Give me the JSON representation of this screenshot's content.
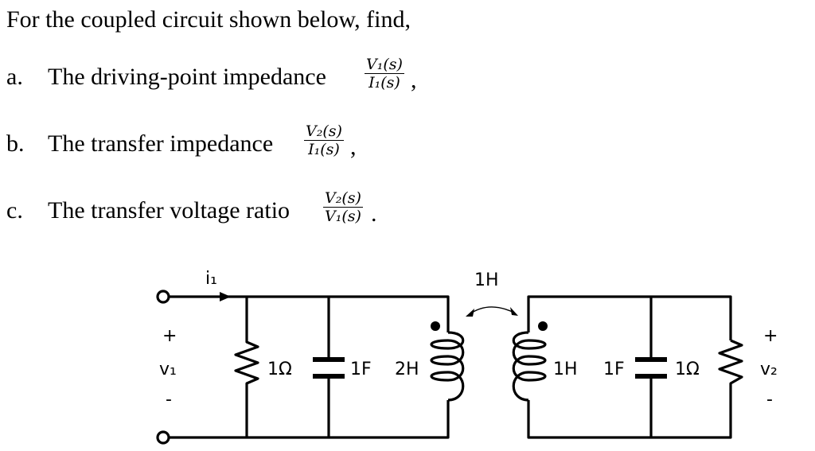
{
  "problem": {
    "intro": "For the coupled circuit shown below, find,",
    "items": [
      {
        "marker": "a.",
        "text": "The driving-point impedance",
        "num": "V₁(s)",
        "den": "I₁(s)",
        "punct": ","
      },
      {
        "marker": "b.",
        "text": "The transfer impedance",
        "num": "V₂(s)",
        "den": "I₁(s)",
        "punct": ","
      },
      {
        "marker": "c.",
        "text": "The transfer voltage ratio",
        "num": "V₂(s)",
        "den": "V₁(s)",
        "punct": "."
      }
    ]
  },
  "circuit": {
    "current_label": "i₁",
    "input_plus": "+",
    "input_voltage": "v₁",
    "input_minus": "-",
    "output_plus": "+",
    "output_voltage": "v₂",
    "output_minus": "-",
    "mutual_inductance": "1H",
    "left_resistor": "1Ω",
    "left_capacitor": "1F",
    "primary_inductor": "2H",
    "secondary_inductor": "1H",
    "right_capacitor": "1F",
    "right_resistor": "1Ω"
  }
}
